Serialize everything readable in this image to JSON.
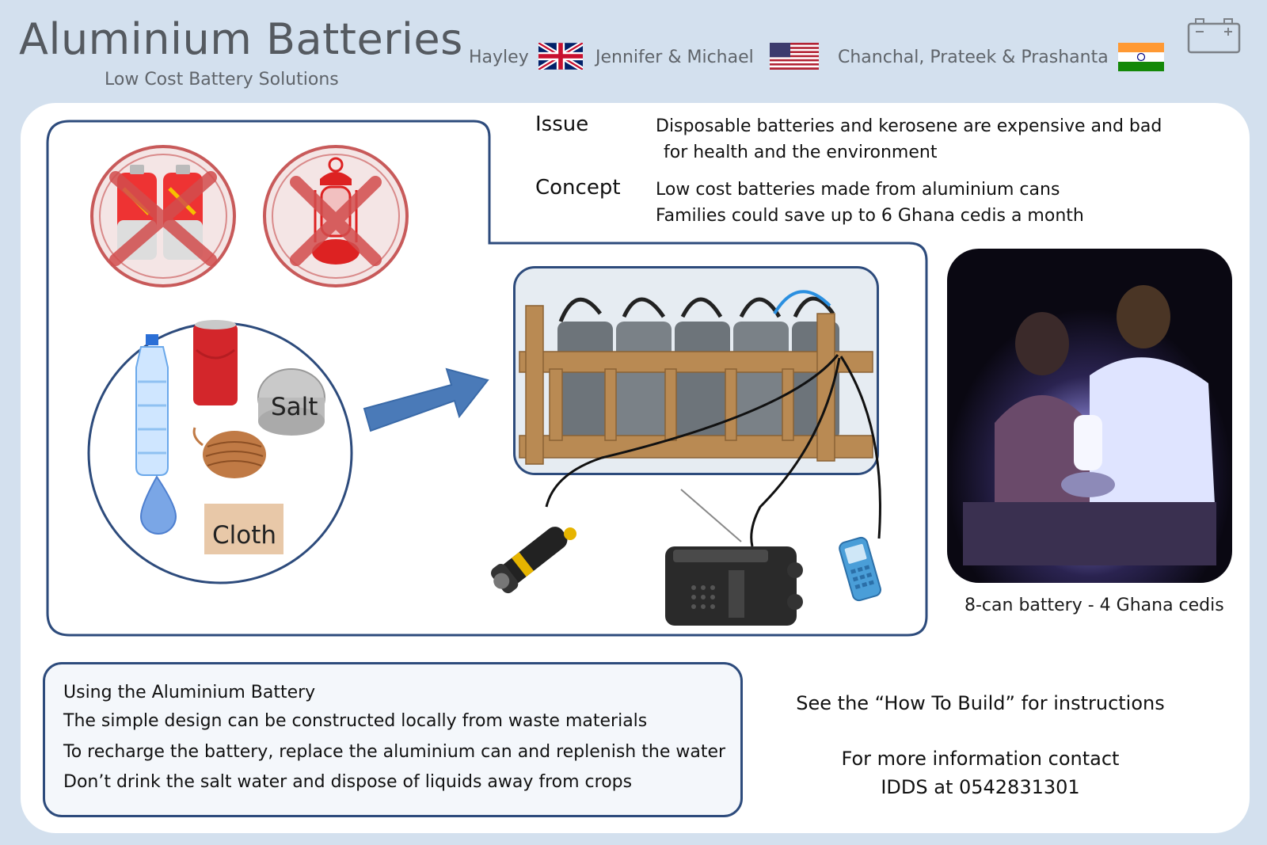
{
  "header": {
    "title": "Aluminium Batteries",
    "subtitle": "Low Cost Battery Solutions",
    "teams": [
      {
        "name": "Hayley",
        "flag": "uk-flag-icon"
      },
      {
        "name": "Jennifer & Michael",
        "flag": "us-flag-icon"
      },
      {
        "name": "Chanchal, Prateek & Prashanta",
        "flag": "india-flag-icon"
      }
    ],
    "corner_icon": "battery-icon"
  },
  "info": {
    "issue_label": "Issue",
    "issue_text_1": "Disposable batteries and kerosene  are expensive and bad",
    "issue_text_2": "for  health and the environment",
    "concept_label": "Concept",
    "concept_text_1": "Low cost batteries made from aluminium cans",
    "concept_text_2": "Families could save up to 6 Ghana cedis a month"
  },
  "materials": {
    "salt_label": "Salt",
    "cloth_label": "Cloth"
  },
  "photo_caption": "8-can battery - 4 Ghana cedis",
  "usage": {
    "heading": "Using the Aluminium Battery",
    "line_1": "The simple design can be constructed locally from waste materials",
    "line_2": "To recharge the battery, replace the aluminium can and replenish the water",
    "line_3": "Don’t drink the salt water and dispose of liquids away from crops"
  },
  "notes": {
    "how_to": "See the “How To Build” for instructions",
    "contact_1": "For more information contact",
    "contact_2": "IDDS at 0542831301"
  },
  "colors": {
    "background": "#d3e0ee",
    "accent_blue": "#2d4b7c",
    "arrow_blue": "#4a7ab8",
    "prohibit_red": "#c85a5a"
  }
}
